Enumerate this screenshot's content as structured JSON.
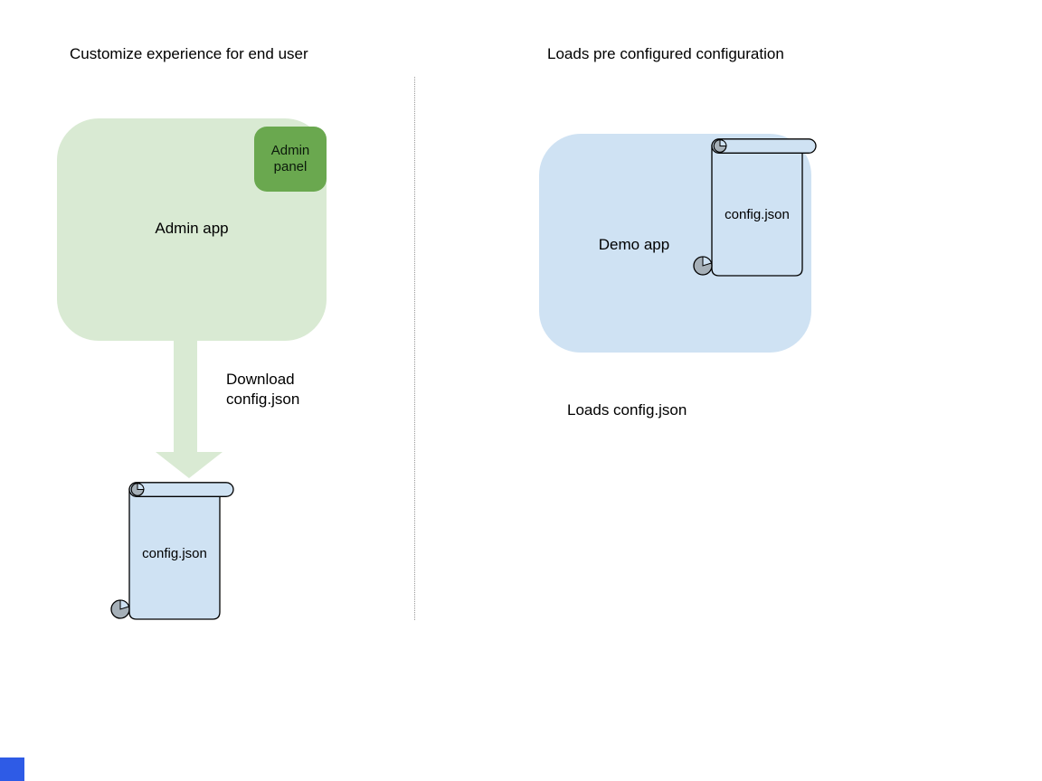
{
  "diagram": {
    "left": {
      "title": "Customize experience for end user",
      "admin_app_label": "Admin app",
      "admin_panel_label": "Admin panel",
      "download_label": "Download\nconfig.json",
      "config_file_label": "config.json"
    },
    "right": {
      "title": "Loads pre configured configuration",
      "demo_app_label": "Demo app",
      "config_file_label": "config.json",
      "caption": "Loads config.json"
    },
    "colors": {
      "admin_app_fill": "#d9ead3",
      "admin_panel_fill": "#6aa84f",
      "arrow_fill": "#d9ead3",
      "demo_app_fill": "#cfe2f3",
      "file_scroll_fill": "#cfe2f3",
      "scroll_curl_fill": "#a6b0b8",
      "shape_outline": "#000000",
      "divider_color": "#999999",
      "corner_square_color": "#2e5be6",
      "text_color": "#000000"
    }
  }
}
